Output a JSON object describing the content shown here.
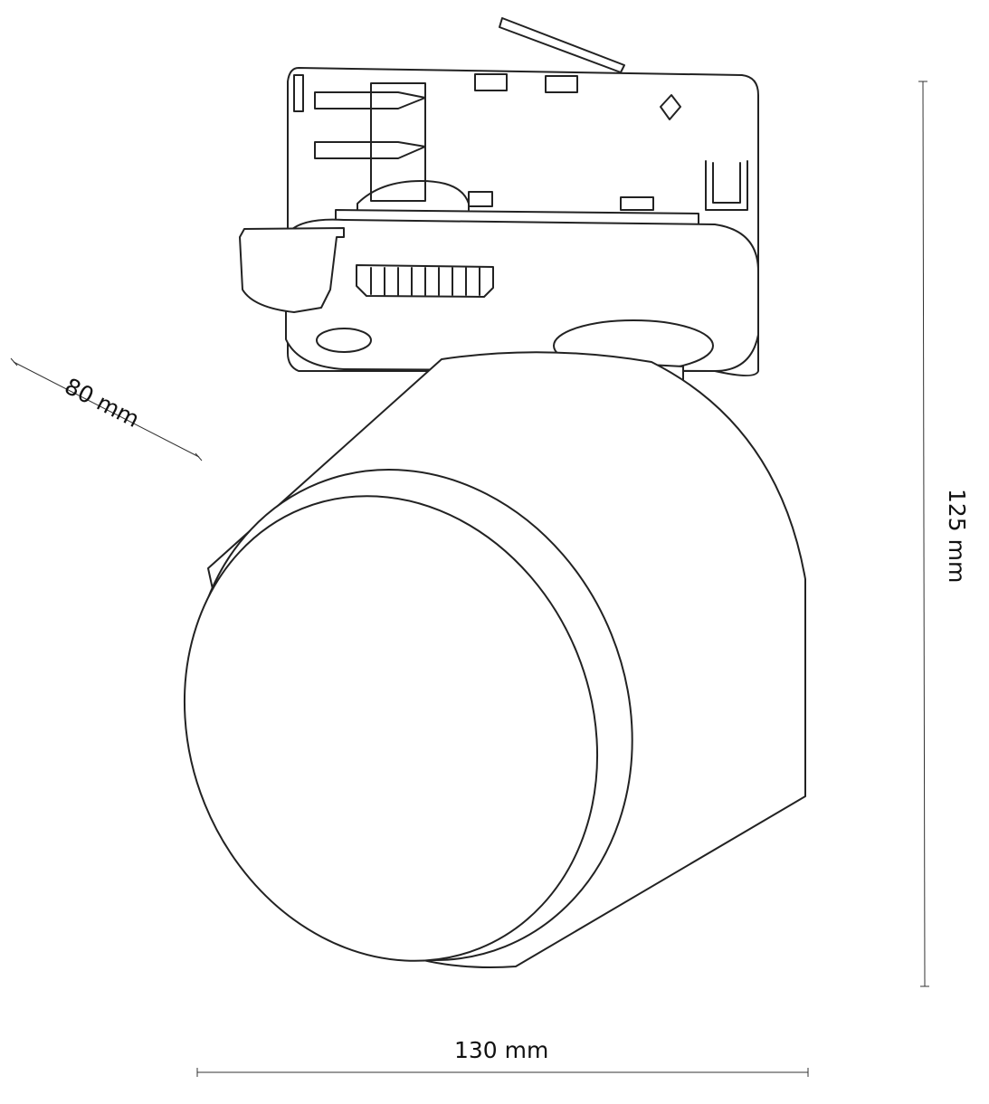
{
  "dimensions": {
    "depth": "80 mm",
    "height": "125 mm",
    "width": "130 mm"
  },
  "colors": {
    "line": "#222222",
    "background": "#ffffff"
  }
}
